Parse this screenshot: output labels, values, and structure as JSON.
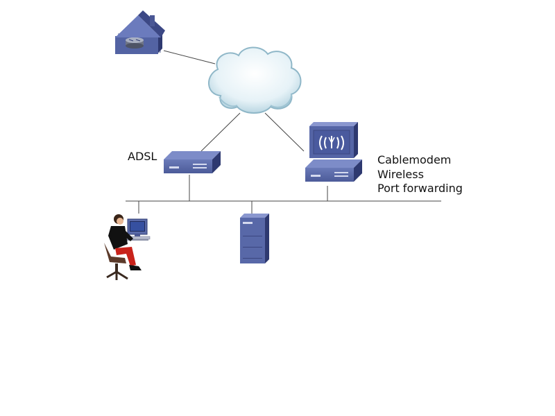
{
  "labels": {
    "adsl": "ADSL",
    "cablemodem_lines": [
      "Cablemodem",
      "Wireless",
      "Port forwarding"
    ]
  },
  "icons": {
    "home": "home-router-icon",
    "internet": "cloud-icon",
    "adsl_modem": "adsl-modem-icon",
    "wireless_router": "wireless-access-point-icon",
    "user": "user-at-workstation-icon",
    "server": "server-tower-icon"
  },
  "colors": {
    "device_blue": "#5a6aa8",
    "device_dark": "#3a4680",
    "device_light": "#8d9ad0",
    "cloud_fill": "#e8f4f8",
    "line": "#444444"
  }
}
